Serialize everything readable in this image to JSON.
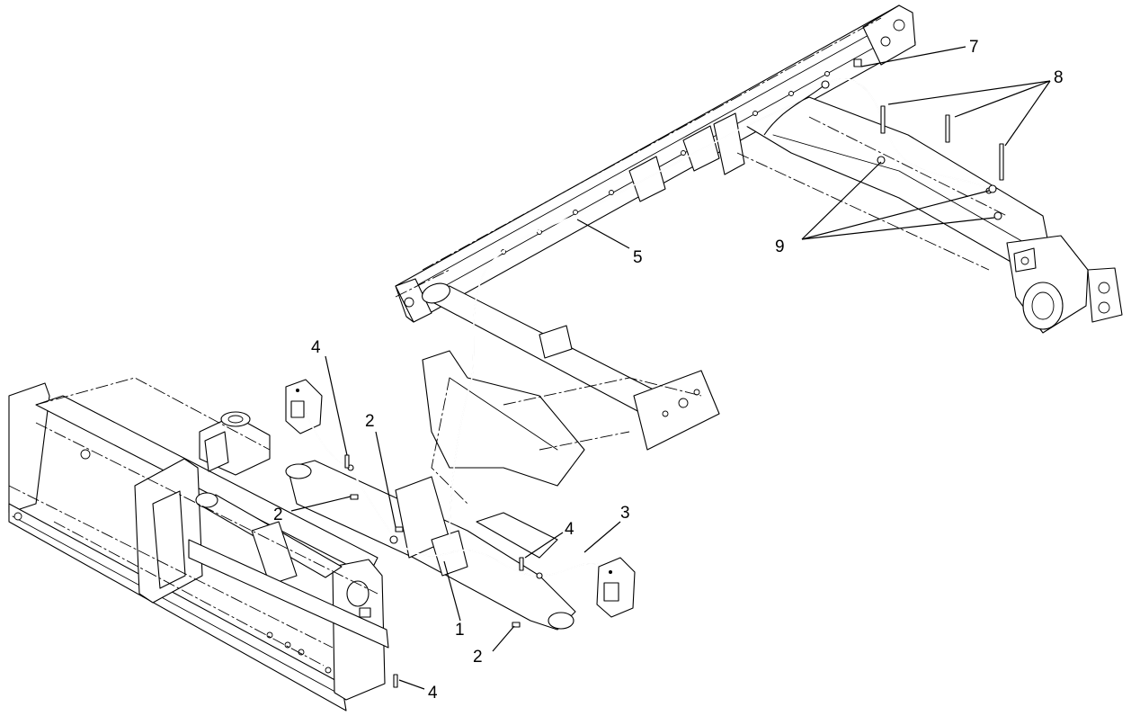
{
  "diagram": {
    "callouts": [
      {
        "id": "c7",
        "label": "7"
      },
      {
        "id": "c8",
        "label": "8"
      },
      {
        "id": "c9",
        "label": "9"
      },
      {
        "id": "c5",
        "label": "5"
      },
      {
        "id": "c4a",
        "label": "4"
      },
      {
        "id": "c2a",
        "label": "2"
      },
      {
        "id": "c2b",
        "label": "2"
      },
      {
        "id": "c3",
        "label": "3"
      },
      {
        "id": "c4b",
        "label": "4"
      },
      {
        "id": "c1",
        "label": "1"
      },
      {
        "id": "c2c",
        "label": "2"
      },
      {
        "id": "c4c",
        "label": "4"
      }
    ]
  }
}
